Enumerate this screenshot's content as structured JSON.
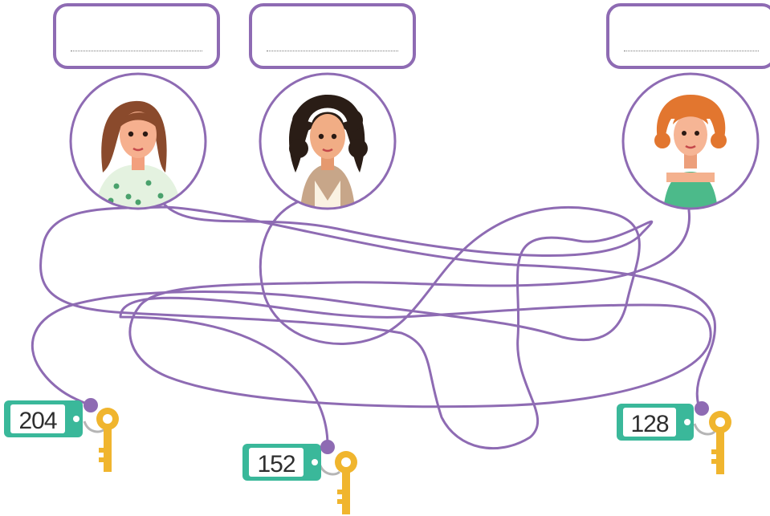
{
  "answer_boxes": [
    {
      "id": "box-1",
      "value": ""
    },
    {
      "id": "box-2",
      "value": ""
    },
    {
      "id": "box-3",
      "value": ""
    }
  ],
  "keys": [
    {
      "number": "204"
    },
    {
      "number": "152"
    },
    {
      "number": "128"
    }
  ],
  "colors": {
    "accent": "#8e6bb3",
    "tag": "#3ab89a",
    "key": "#f0b52e"
  }
}
